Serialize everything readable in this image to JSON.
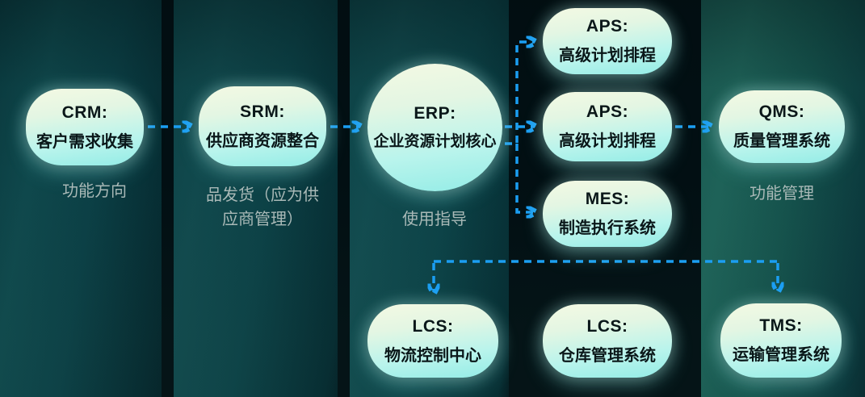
{
  "diagram": {
    "title": "",
    "nodes": [
      {
        "id": "crm",
        "code": "CRM:",
        "label": "客户需求收集"
      },
      {
        "id": "srm",
        "code": "SRM:",
        "label": "供应商资源整合"
      },
      {
        "id": "erp",
        "code": "ERP:",
        "label": "企业资源计划核心"
      },
      {
        "id": "aps-top",
        "code": "APS:",
        "label": "高级计划排程"
      },
      {
        "id": "aps-mid",
        "code": "APS:",
        "label": "高级计划排程"
      },
      {
        "id": "mes",
        "code": "MES:",
        "label": "制造执行系统"
      },
      {
        "id": "qms",
        "code": "QMS:",
        "label": "质量管理系统"
      },
      {
        "id": "lcs-control",
        "code": "LCS:",
        "label": "物流控制中心"
      },
      {
        "id": "lcs-warehouse",
        "code": "LCS:",
        "label": "仓库管理系统"
      },
      {
        "id": "tms",
        "code": "TMS:",
        "label": "运输管理系统"
      }
    ],
    "captions": {
      "crm": "功能方向",
      "srm_line1": "品发货（应为供",
      "srm_line2": "应商管理）",
      "erp": "使用指导",
      "qms": "功能管理"
    },
    "connections": [
      "CRM→SRM",
      "SRM→ERP",
      "ERP→APS(中)",
      "ERP→APS(上)",
      "ERP→MES",
      "APS(中)→QMS",
      "→LCS(物流控制中心)",
      "→TMS"
    ],
    "colors": {
      "background": "#0c4347",
      "column_divider": "#020f13",
      "arrow": "#1b9ef2",
      "node_gradient_top": "#f4f9e3",
      "node_gradient_bottom": "#93ece6",
      "node_text": "#0a1719",
      "caption_text": "#a9b9b7"
    }
  }
}
